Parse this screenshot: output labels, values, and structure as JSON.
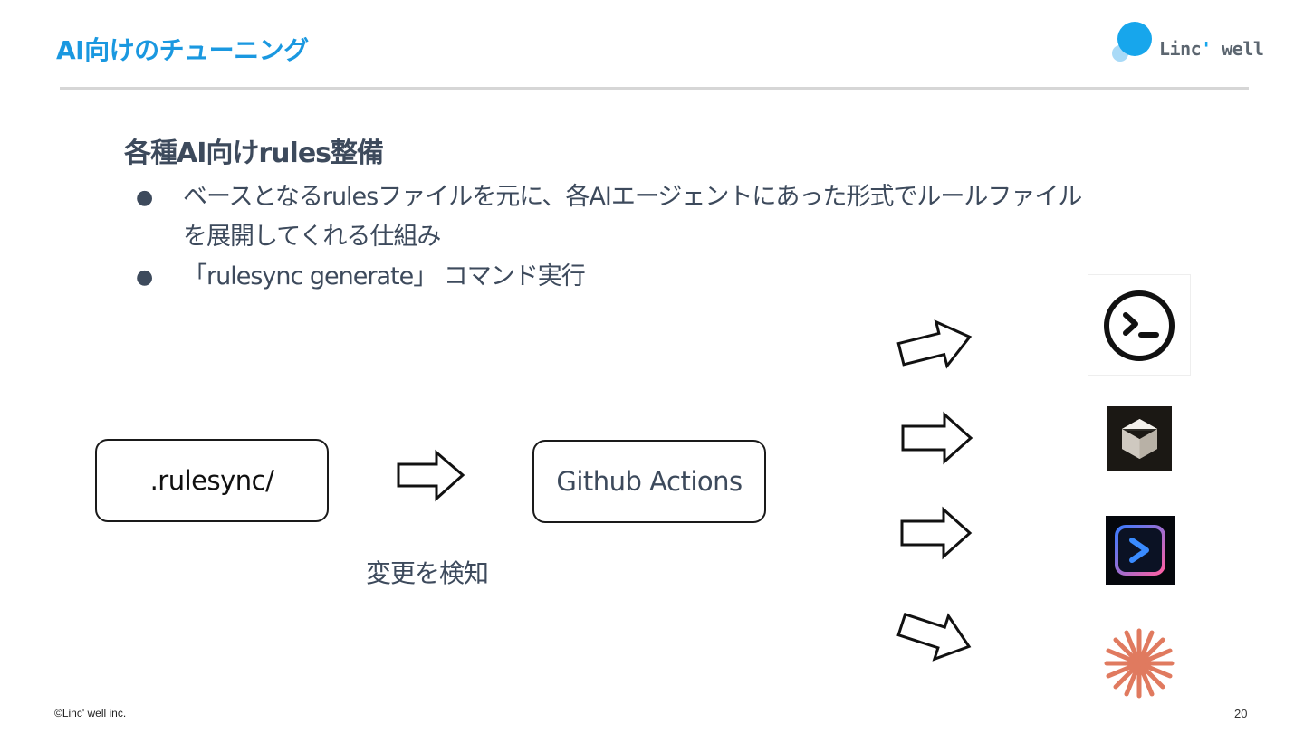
{
  "slide": {
    "title": "AI向けのチューニング",
    "page_number": "20",
    "copyright": "©Linc' well inc."
  },
  "logo": {
    "text_main": "Linc",
    "text_mark": "'",
    "text_tail": " well"
  },
  "section": {
    "heading": "各種AI向けrules整備",
    "bullets": [
      {
        "marker": "●",
        "text_line1": "ベースとなるrulesファイルを元に、各AIエージェントにあった形式でルールファイル",
        "text_line2": "を展開してくれる仕組み"
      },
      {
        "marker": "●",
        "text_line1": "「rulesync generate」 コマンド実行"
      }
    ]
  },
  "flow": {
    "source_label": ".rulesync/",
    "ci_label": "Github Actions",
    "trigger_caption": "変更を検知"
  },
  "targets": {
    "icons": [
      "terminal-icon",
      "cube-icon",
      "prompt-icon",
      "starburst-icon"
    ]
  },
  "colors": {
    "title_blue": "#1a98e0",
    "body_text": "#3d4a5c",
    "logo_blue": "#17a6ec",
    "starburst_orange": "#e07a5f"
  }
}
